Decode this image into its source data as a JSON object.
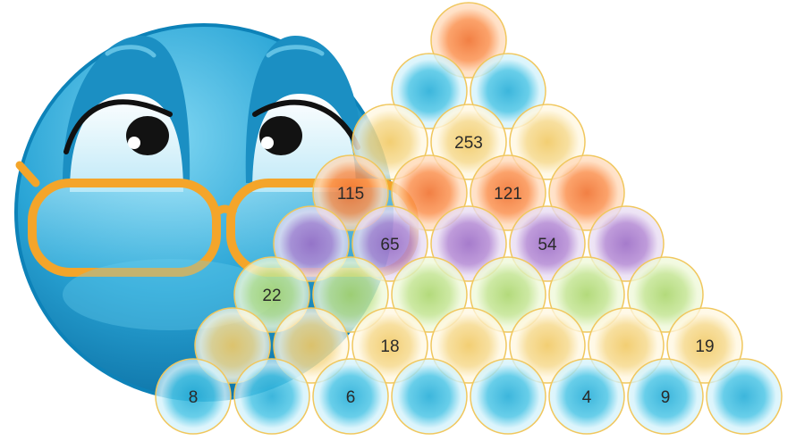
{
  "pyramid": {
    "row_colors": [
      "orange",
      "blue",
      "yellow",
      "orange",
      "purple",
      "green",
      "yellow",
      "blue"
    ],
    "rows": [
      [
        ""
      ],
      [
        "",
        ""
      ],
      [
        "",
        "253",
        ""
      ],
      [
        "115",
        "",
        "121",
        ""
      ],
      [
        "",
        "65",
        "",
        "54",
        ""
      ],
      [
        "22",
        "",
        "",
        "",
        "",
        ""
      ],
      [
        "",
        "",
        "18",
        "",
        "",
        "",
        "19"
      ],
      [
        "8",
        "",
        "6",
        "",
        "",
        "4",
        "9",
        ""
      ]
    ]
  },
  "palette": {
    "orange": {
      "light": "#ffd9b8",
      "mid": "#fb9352",
      "dark": "#f07230"
    },
    "blue": {
      "light": "#d3f2fb",
      "mid": "#4fc6e6",
      "dark": "#27aed8"
    },
    "yellow": {
      "light": "#fff7e0",
      "mid": "#f6da8f",
      "dark": "#f1c964"
    },
    "purple": {
      "light": "#e8dcf2",
      "mid": "#b48ad4",
      "dark": "#9c6dc6"
    },
    "green": {
      "light": "#eef8d8",
      "mid": "#c4e594",
      "dark": "#abd66d"
    },
    "ring": "#f0c75e"
  },
  "emoji": {
    "icon": "thinking-emoji-with-glasses",
    "face_color": "#2aa5d6",
    "glasses_color": "#f4a52a"
  }
}
